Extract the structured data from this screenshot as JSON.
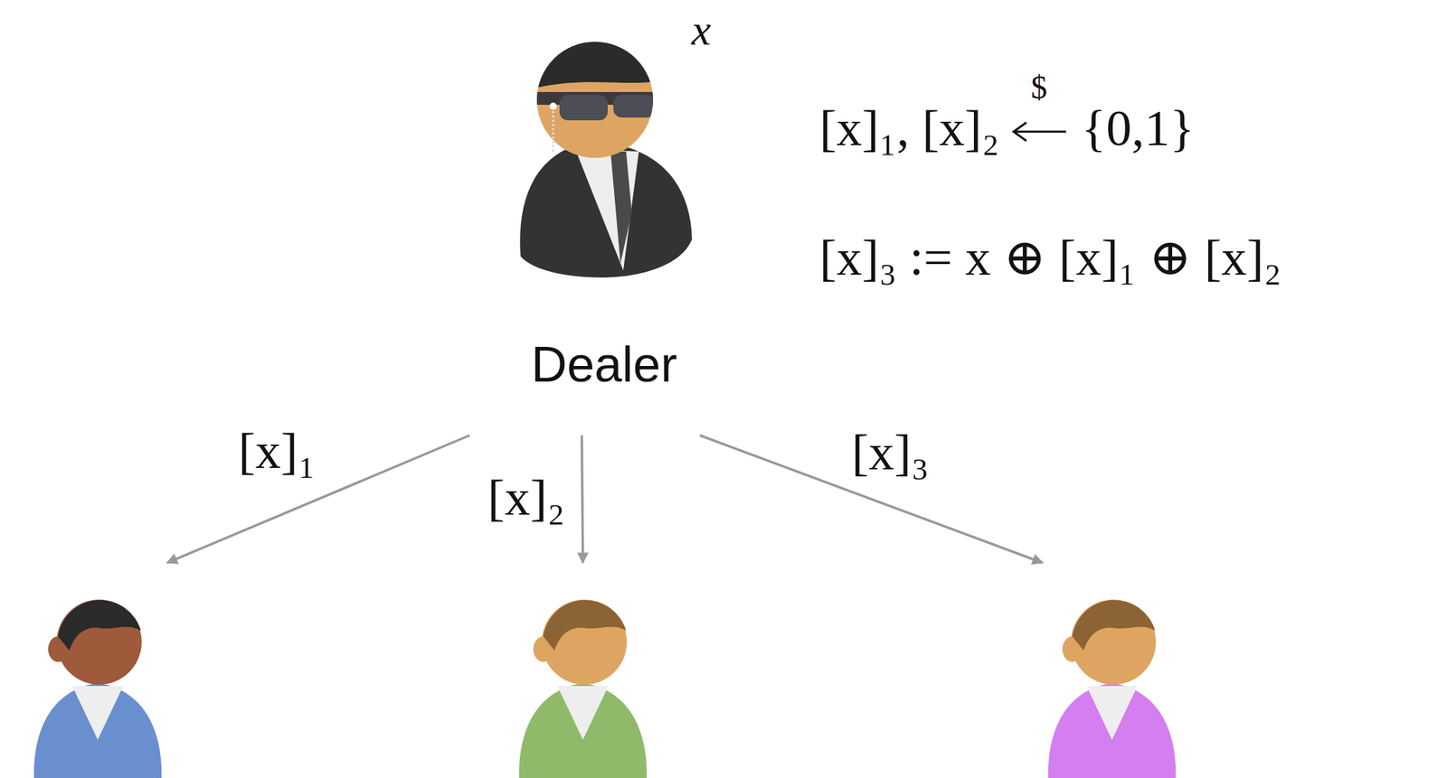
{
  "diagram": {
    "nodes": [
      {
        "text": [
          "Dealer"
        ]
      },
      {
        "text": []
      },
      {
        "text": []
      },
      {
        "text": []
      }
    ],
    "edges": [
      {
        "from": 0,
        "to": 1,
        "label": "[x]₁",
        "arrow": "to"
      },
      {
        "from": 0,
        "to": 2,
        "label": "[x]₂",
        "arrow": "to"
      },
      {
        "from": 0,
        "to": 3,
        "label": "[x]₃",
        "arrow": "to"
      }
    ],
    "labels": [
      "x",
      "[x]₁, [x]₂",
      "$",
      "{0,1}",
      "[x]₃ := x ⊕ [x]₁ ⊕ [x]₂"
    ]
  }
}
